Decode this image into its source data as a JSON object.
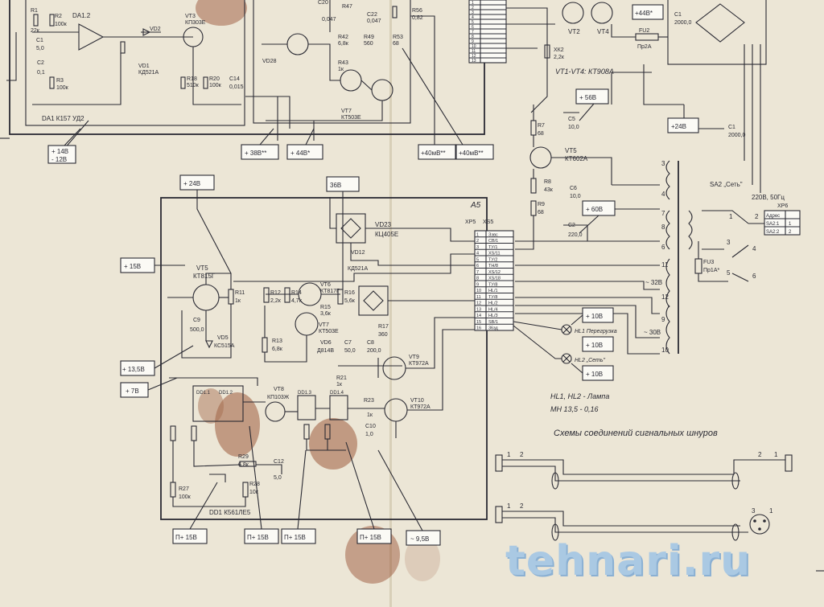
{
  "watermark": "tehnari.ru",
  "voltage_tags": {
    "t_14": "+ 14В",
    "t_12": "- 12В",
    "t_38": "+ 38В**",
    "t_44": "+ 44В*",
    "t_40a": "+40мВ**",
    "t_40b": "+40мВ**",
    "t_44r": "+44В*",
    "t_56": "+ 56В",
    "t_24r": "+24В",
    "t_60": "+ 60В",
    "t_24": "+ 24В",
    "t_36": "36В",
    "t_15": "+ 15В",
    "t_135": "+ 13,5В",
    "t_7": "+ 7В",
    "t_10a": "+ 10В",
    "t_10b": "+ 10В",
    "t_10c": "+ 10В",
    "p1": "П+ 15В",
    "p2": "П+ 15В",
    "p3": "П+ 15В",
    "p4": "П+ 15В",
    "t_95": "~ 9,5В"
  },
  "block_label": "А5",
  "connector": {
    "name": "XS5",
    "ref": "XP5",
    "pins": [
      "1",
      "2",
      "3",
      "4",
      "5",
      "6",
      "7",
      "8",
      "9",
      "10",
      "11",
      "12",
      "13",
      "14",
      "15",
      "16"
    ],
    "signals": [
      "Зэвс",
      "СВ/1",
      "ТУ/1",
      "ХS/11",
      "ТУ/2",
      "ТН/8",
      "ХS/12",
      "ХS/18",
      "ТУ/8",
      "НL/1",
      "ТУ/8",
      "НL/2",
      "НL/4",
      "НL/3",
      "SВ/1",
      "36зд"
    ]
  },
  "top_connector_pins": [
    "1",
    "2",
    "3",
    "4",
    "5",
    "6",
    "7",
    "8",
    "9",
    "10",
    "11",
    "12",
    "13"
  ],
  "components": {
    "vt5": "VT5",
    "vt5_t": "КТ815Г",
    "vt6": "VT6",
    "vt6_t": "КТ817Г",
    "vt7": "VT7",
    "vt7_t": "КТ503Е",
    "vt8": "VT8",
    "vt8_t": "КП103Ж",
    "vt9": "VT9",
    "vt9_t": "КТ972А",
    "vt10": "VT10",
    "vt10_t": "КТ972А",
    "vt5r": "VT5",
    "vt5r_t": "КТ602А",
    "vt3": "VT3",
    "vt3_t": "КП303Е",
    "vt7t": "VT7",
    "vt7t_t": "КТ503Е",
    "vt2": "VT2",
    "vt4": "VT4",
    "vt_note": "VT1-VT4: КТ908А",
    "da": "DA1 К157 УД2",
    "dd": "DD1 К561ЛЕ5",
    "vd5": "VD5",
    "vd5_t": "КС515А",
    "vd6": "VD6",
    "vd6_t": "Д814В",
    "vd23": "VD23",
    "vd23_t": "КЦ405Е",
    "vd12": "VD12",
    "vd12_t": "КД521А",
    "c9": "С9",
    "c9_v": "500,0",
    "c1r": "С1",
    "c1r_v": "2000,0",
    "c2r": "С2",
    "c2r_v": "220,0",
    "c5": "С5",
    "c5_v": "10,0",
    "c6": "С6",
    "c6_v": "10,0",
    "r7": "R7",
    "r7_v": "68",
    "r8": "R8",
    "r8_v": "43к",
    "r9": "R9",
    "r9_v": "68",
    "fu2": "FU2",
    "fu2_v": "Пр2А",
    "fu3": "FU3",
    "fu3_v": "Пр1А*",
    "sa": "SA2 „Сеть\"",
    "mains": "220В, 50Гц",
    "xp6": "ХР6",
    "hl1": "HL1 Перегрузка",
    "hl2": "HL2 „Сеть\"",
    "lamp": "HL1, HL2 - Лампа",
    "lamp_t": "МН 13,5 - 0,16",
    "v32": "~ 32В",
    "v30": "~ 30В",
    "r1": "R1",
    "r1_v": "22к",
    "r2": "R2",
    "r2_v": "100к",
    "r3": "R3",
    "r3_v": "100к",
    "c1": "С1",
    "c1_v": "5,0",
    "c2": "С2",
    "c2_v": "0,1",
    "vd2": "VD2",
    "vd1": "VD1",
    "vd1_t": "КД521А",
    "r18": "R18",
    "r18_v": "510к",
    "r20": "R20",
    "r20_v": "100к",
    "c14": "С14",
    "c14_v": "0,015",
    "r47": "R47",
    "r49": "R49",
    "r49_v": "560",
    "r42": "R42",
    "r42_v": "6,8к",
    "r43": "R43",
    "r43_v": "1к",
    "c22": "С22",
    "c22_v": "0,047",
    "c20": "С20",
    "c20_v": "0,047",
    "r56": "R56",
    "r56_v": "0,82",
    "r53": "R53",
    "r53_v": "68",
    "xk2": "ХК2",
    "xk2_v": "2,2к",
    "r11": "R11",
    "r11_v": "1к",
    "r12": "R12",
    "r12_v": "2,2к",
    "r14": "R14",
    "r14_v": "4,7к",
    "r15": "R15",
    "r15_v": "3,6к",
    "r16": "R16",
    "r16_v": "5,6к",
    "r13": "R13",
    "r13_v": "6,8к",
    "r17": "R17",
    "r17_v": "360",
    "c7": "С7",
    "c7_v": "50,0",
    "c8": "С8",
    "c8_v": "200,0",
    "r21": "R21",
    "r21_v": "1к",
    "r23": "R23",
    "r23_v": "1к",
    "c10": "С10",
    "c10_v": "1,0",
    "r29": "R29",
    "r29_v": "6,8к",
    "c12": "С12",
    "c12_v": "5,0",
    "r27": "R27",
    "r27_v": "100к",
    "r28": "R28",
    "r28_v": "10к",
    "vd28": "VD28",
    "dd_pins": [
      "DD1.1",
      "DD1.2",
      "DD1.3",
      "DD1.4"
    ]
  },
  "caption": "Схемы соединений сигнальных шнуров"
}
